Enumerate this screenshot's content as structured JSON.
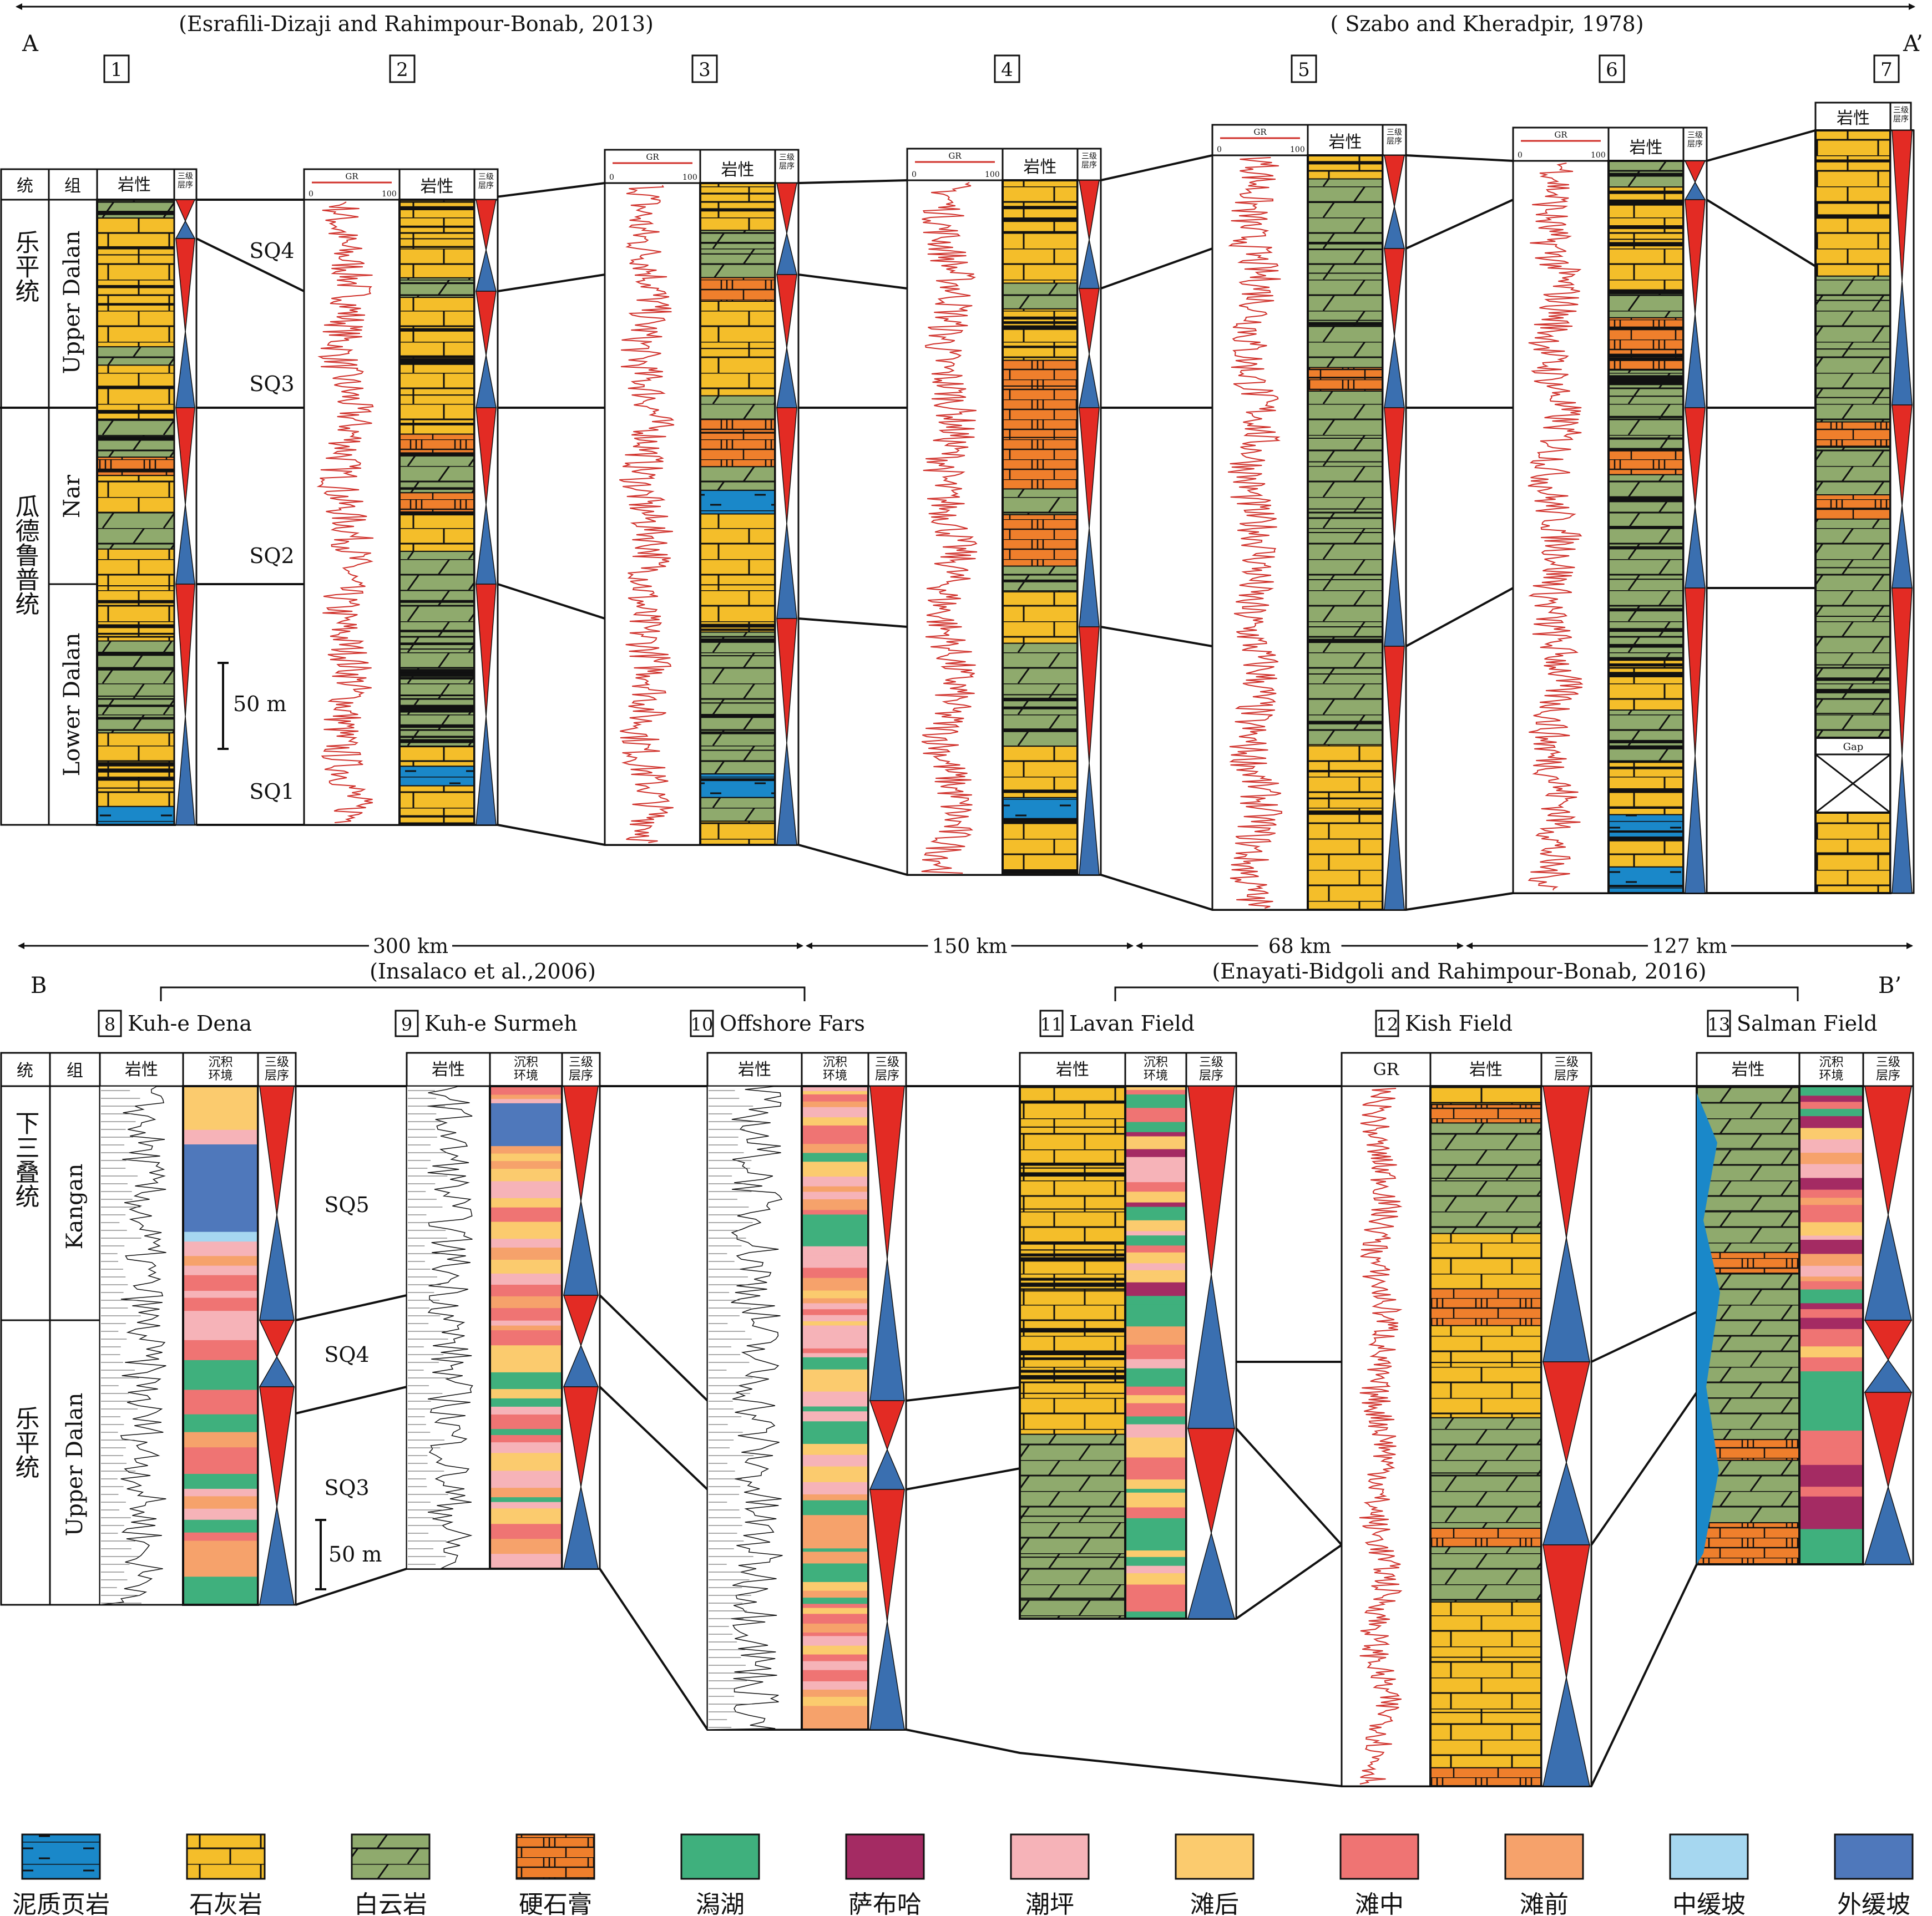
{
  "sectionA": {
    "start_label": "A",
    "end_label": "A’",
    "ref_left": "(Esrafili-Dizaji and Rahimpour-Bonab, 2013)",
    "ref_right": "( Szabo and Kheradpir, 1978)",
    "well_numbers": [
      "1",
      "2",
      "3",
      "4",
      "5",
      "6",
      "7"
    ],
    "header_litho": "岩性",
    "header_seq": "三级\n层序",
    "header_series": "统",
    "header_formation": "组",
    "gr_label": "GR",
    "gr_min": "0",
    "gr_max": "100",
    "series": [
      "乐平统",
      "瓜德鲁普统"
    ],
    "formations": [
      "Upper Dalan",
      "Nar",
      "Lower Dalan"
    ],
    "sequences": [
      "SQ4",
      "SQ3",
      "SQ2",
      "SQ1"
    ],
    "scale": "50 m",
    "gap_label": "Gap",
    "distances": [
      "300 km",
      "150 km",
      "68 km",
      "127 km"
    ]
  },
  "sectionB": {
    "start_label": "B",
    "end_label": "B’",
    "ref_left": "(Insalaco et al.,2006)",
    "ref_right": "(Enayati-Bidgoli and Rahimpour-Bonab, 2016)",
    "wells": [
      {
        "num": "8",
        "name": "Kuh-e Dena"
      },
      {
        "num": "9",
        "name": "Kuh-e Surmeh"
      },
      {
        "num": "10",
        "name": "Offshore Fars"
      },
      {
        "num": "11",
        "name": "Lavan Field"
      },
      {
        "num": "12",
        "name": "Kish Field"
      },
      {
        "num": "13",
        "name": "Salman Field"
      }
    ],
    "header_litho": "岩性",
    "header_env": "沉积\n环境",
    "header_seq": "三级\n层序",
    "header_series": "统",
    "header_formation": "组",
    "gr_label": "GR",
    "series": [
      "下三叠统",
      "乐平统"
    ],
    "formations": [
      "Kangan",
      "Upper Dalan"
    ],
    "sequences": [
      "SQ5",
      "SQ4",
      "SQ3"
    ],
    "scale": "50 m"
  },
  "legend": [
    {
      "label": "泥质页岩",
      "color": "#1a88c9",
      "pattern": "shale"
    },
    {
      "label": "石灰岩",
      "color": "#f4be2a",
      "pattern": "limestone"
    },
    {
      "label": "白云岩",
      "color": "#8faa6d",
      "pattern": "dolomite"
    },
    {
      "label": "硬石膏",
      "color": "#ef7f2c",
      "pattern": "anhydrite"
    },
    {
      "label": "潟湖",
      "color": "#3fb07d",
      "pattern": "solid"
    },
    {
      "label": "萨布哈",
      "color": "#a42b63",
      "pattern": "solid"
    },
    {
      "label": "潮坪",
      "color": "#f6b3b8",
      "pattern": "solid"
    },
    {
      "label": "滩后",
      "color": "#fbcb6e",
      "pattern": "solid"
    },
    {
      "label": "滩中",
      "color": "#ef7473",
      "pattern": "solid"
    },
    {
      "label": "滩前",
      "color": "#f6a26b",
      "pattern": "solid"
    },
    {
      "label": "中缓坡",
      "color": "#a6d7f0",
      "pattern": "solid"
    },
    {
      "label": "外缓坡",
      "color": "#4f78bb",
      "pattern": "solid"
    }
  ],
  "colors": {
    "limestone": "#f4be2a",
    "dolomite": "#8faa6d",
    "anhydrite": "#ef7f2c",
    "shale": "#1a88c9",
    "gr_curve": "#d0302a",
    "seq_red": "#e32b24",
    "seq_blue": "#3a6fb0",
    "lagoon": "#3fb07d",
    "sabkha": "#a42b63",
    "tidal": "#f6b3b8",
    "backshoal": "#fbcb6e",
    "midshoal": "#ef7473",
    "foreshoal": "#f6a26b",
    "midramp": "#a6d7f0",
    "outerramp": "#4f78bb"
  }
}
